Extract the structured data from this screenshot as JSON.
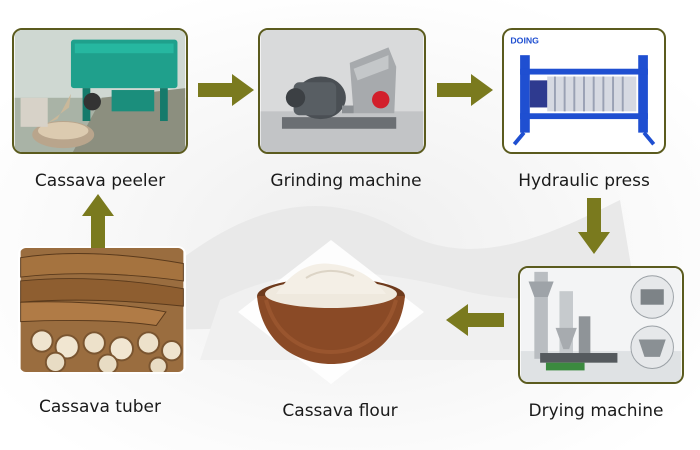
{
  "steps": [
    {
      "id": "peeler",
      "label": "Cassava peeler"
    },
    {
      "id": "grinding",
      "label": "Grinding machine"
    },
    {
      "id": "hydraulic",
      "label": "Hydraulic press"
    },
    {
      "id": "drying",
      "label": "Drying machine"
    },
    {
      "id": "flour",
      "label": "Cassava flour"
    },
    {
      "id": "tuber",
      "label": "Cassava tuber"
    }
  ],
  "press_brand": "DOING",
  "colors": {
    "arrow": "#7a7a1e",
    "frame": "#5b5b1e",
    "machine_green": "#1fa08c",
    "press_blue": "#1f4fd1",
    "bowl_brown": "#8a4a26"
  },
  "icons": {
    "arrow": "right-arrow-icon, down-arrow-icon, left-arrow-icon, up-arrow-icon"
  }
}
